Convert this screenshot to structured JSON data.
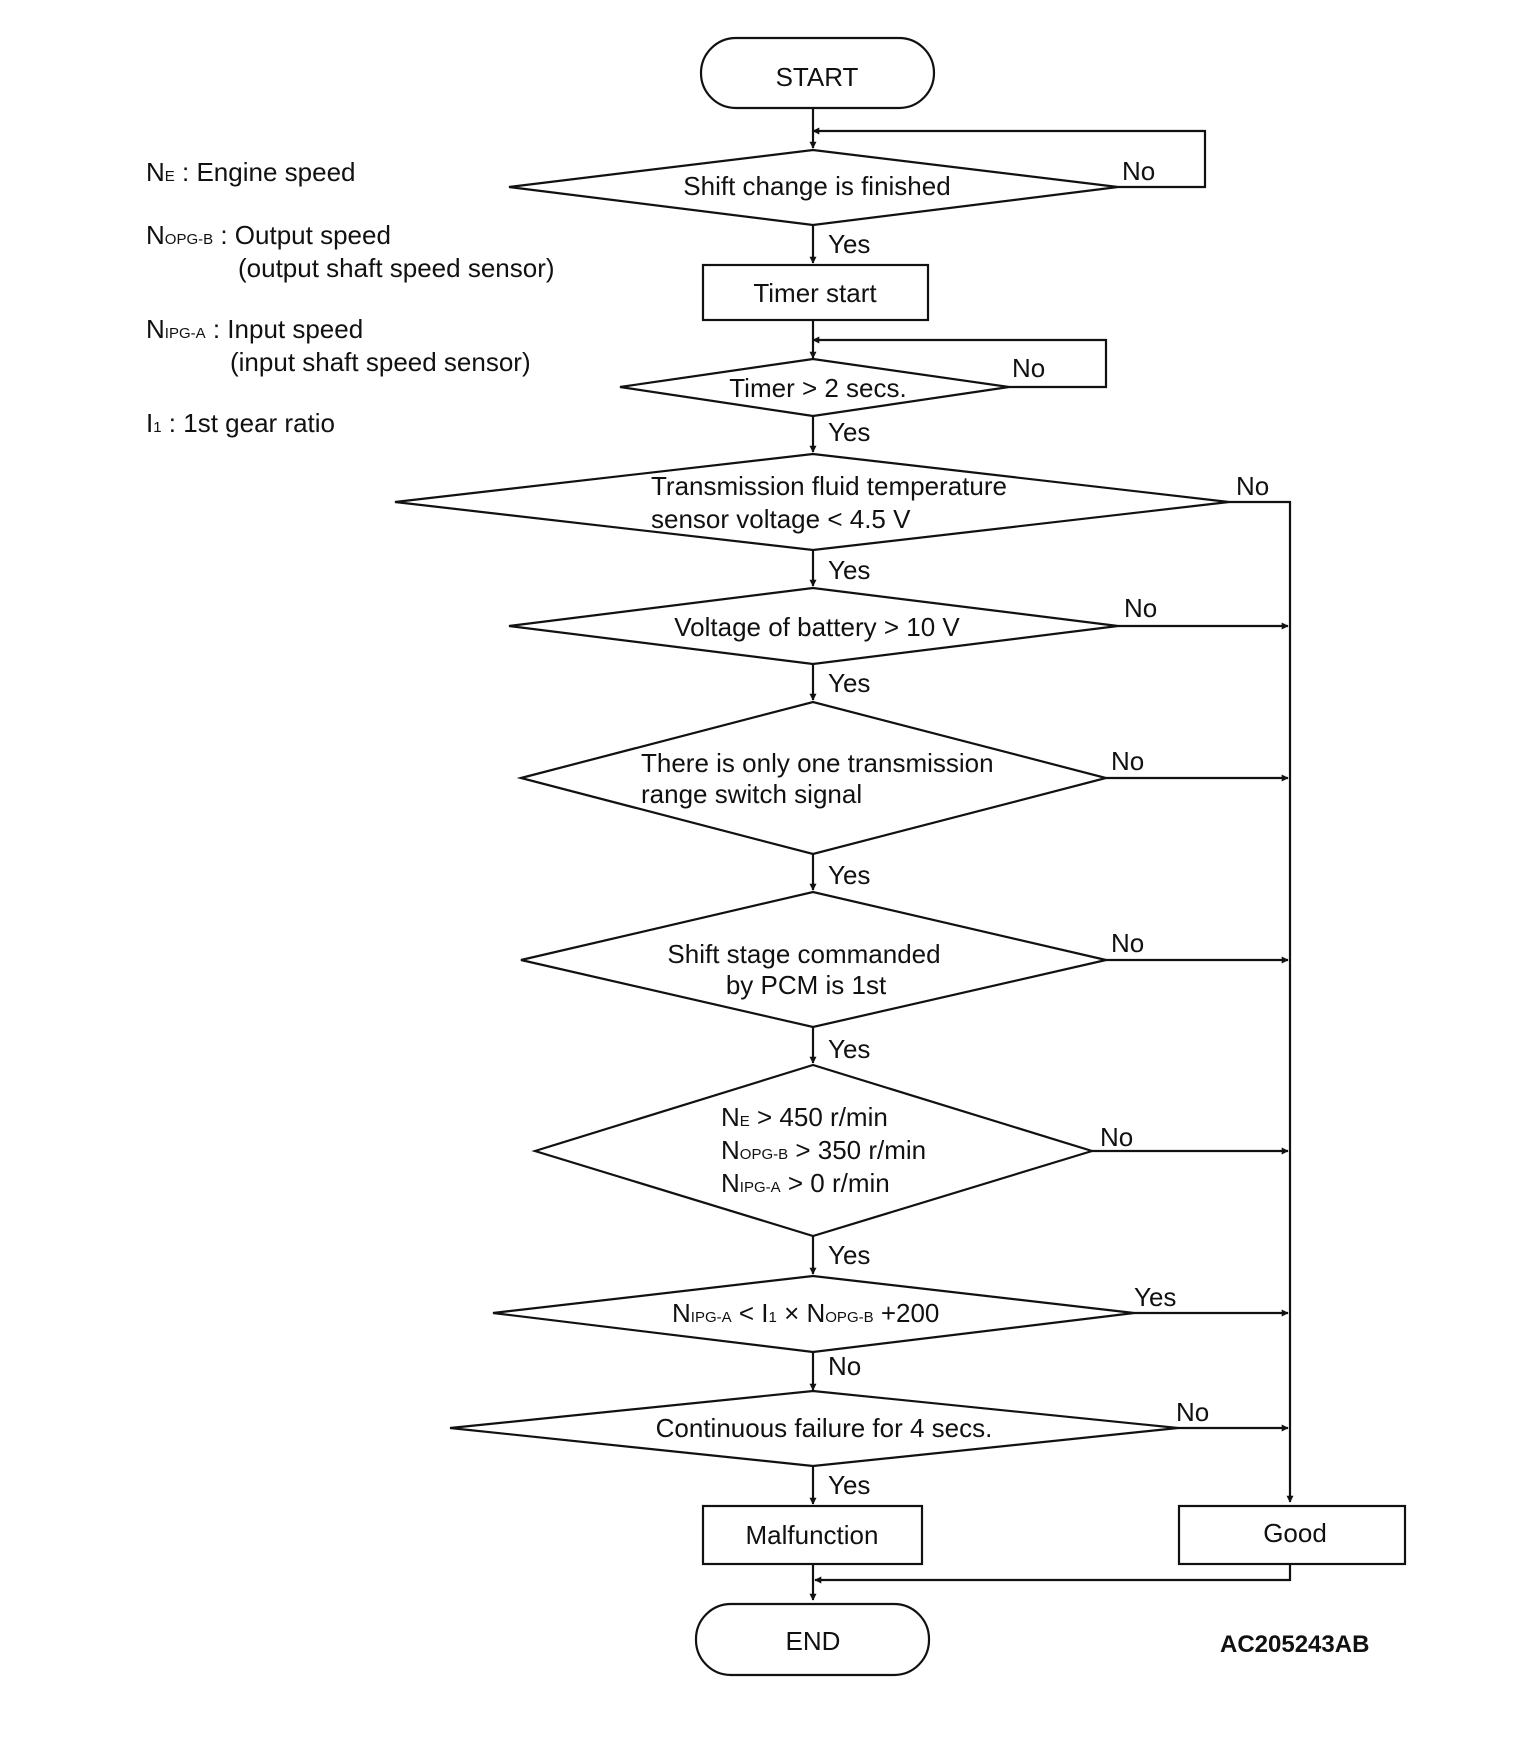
{
  "legend": {
    "ne": {
      "sym": "N",
      "sub": "E",
      "text": " : Engine speed"
    },
    "nopgb": {
      "sym": "N",
      "sub": "OPG-B",
      "text": " : Output speed",
      "text2": "(output shaft speed sensor)"
    },
    "nipga": {
      "sym": "N",
      "sub": "IPG-A",
      "text": " : Input speed",
      "text2": "(input shaft speed sensor)"
    },
    "i1": {
      "sym": "I",
      "sub": "1",
      "text": " : 1st gear ratio"
    }
  },
  "nodes": {
    "start": "START",
    "shift_finished": "Shift change is finished",
    "timer_start": "Timer start",
    "timer_2s": "Timer > 2 secs.",
    "fluid_temp_1": "Transmission fluid temperature",
    "fluid_temp_2": "sensor voltage < 4.5 V",
    "battery": "Voltage of battery > 10 V",
    "range_switch_1": "There is only one transmission",
    "range_switch_2": "range switch signal",
    "shift_stage_1": "Shift stage commanded",
    "shift_stage_2": "by PCM is 1st",
    "speeds_1": " > 450 r/min",
    "speeds_2": " > 350 r/min",
    "speeds_3": " > 0 r/min",
    "ratio_lt": " < ",
    "ratio_times": " × ",
    "ratio_plus": " +200",
    "continuous": "Continuous failure for 4 secs.",
    "malfunction": "Malfunction",
    "good": "Good",
    "end": "END"
  },
  "edge_labels": {
    "yes": "Yes",
    "no": "No"
  },
  "figure_code": "AC205243AB"
}
